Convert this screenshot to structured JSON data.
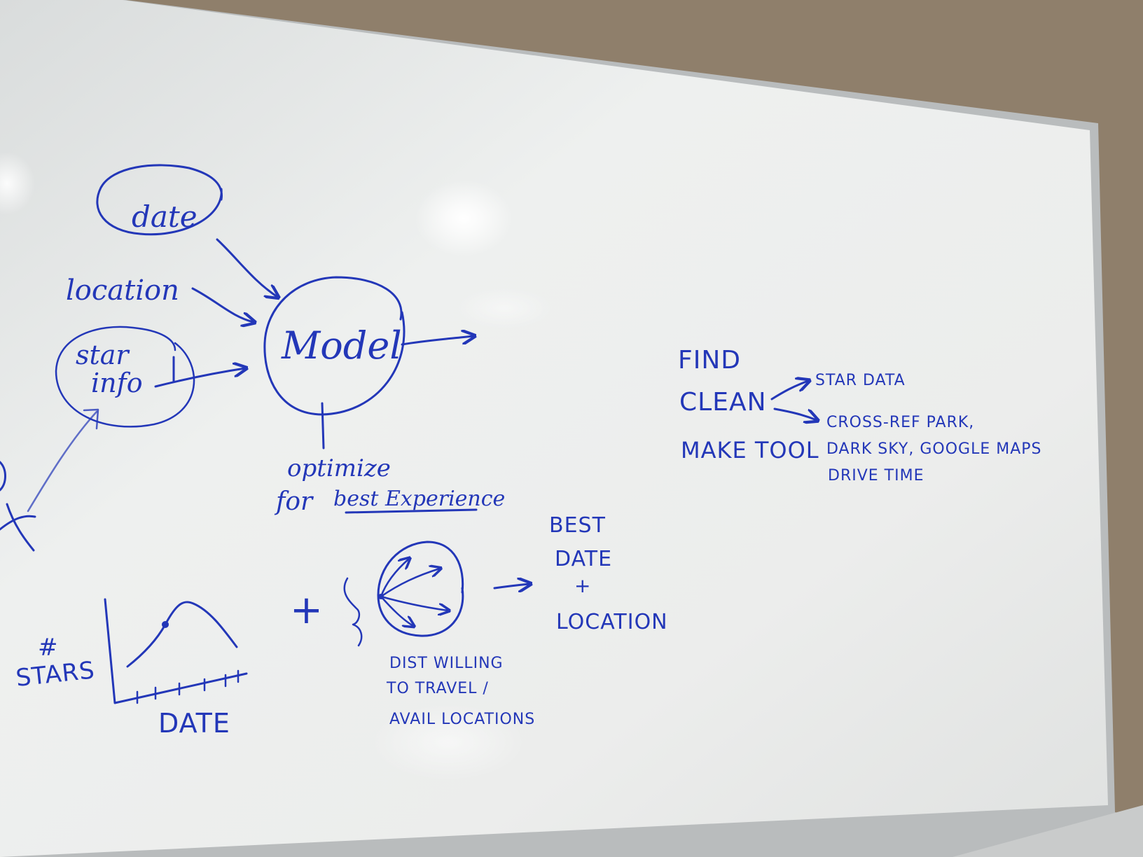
{
  "colors": {
    "ink": "#2337b8",
    "board": "#e9ebea",
    "frame": "#b9bcbd",
    "wall": "#8f7f6b"
  },
  "left_diagram": {
    "input_date": "date",
    "input_location": "location",
    "input_star_info_line1": "star",
    "input_star_info_line2": "info",
    "model_label": "Model",
    "optimize_line1": "optimize",
    "optimize_line2_prefix": "for",
    "optimize_line2_emphasis": "best Experience"
  },
  "graph": {
    "y_label_line1": "#",
    "y_label_line2": "STARS",
    "x_label": "DATE"
  },
  "plus_sign": "+",
  "distance_note": {
    "line1": "DIST WILLING",
    "line2": "TO TRAVEL /",
    "line3": "AVAIL LOCATIONS"
  },
  "result": {
    "line1": "BEST",
    "line2": "DATE",
    "line3": "+",
    "line4": "LOCATION"
  },
  "tasks": {
    "find": "FIND",
    "clean": "CLEAN",
    "make_tool": "MAKE TOOL",
    "target_star_data": "STAR DATA",
    "cross_ref_line1": "CROSS-REF PARK,",
    "cross_ref_line2": "DARK SKY, GOOGLE MAPS",
    "cross_ref_line3": "DRIVE TIME"
  }
}
